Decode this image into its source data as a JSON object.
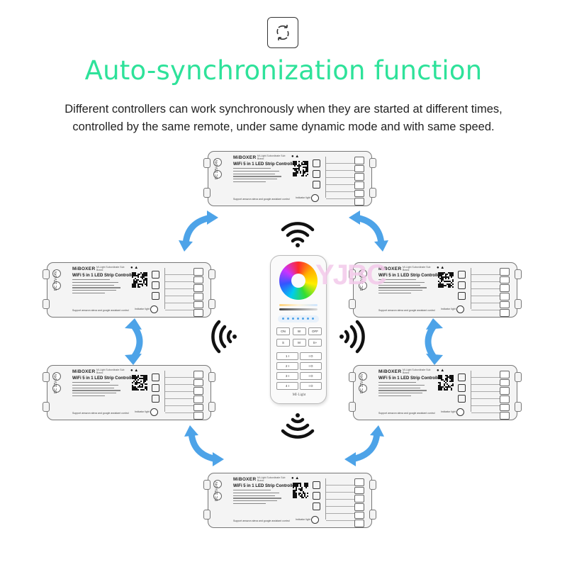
{
  "headline": "Auto-synchronization function",
  "description": {
    "line1": "Different controllers can work synchronously when they are started at different times,",
    "line2": "controlled by the same remote, under same dynamic mode and with same speed."
  },
  "controller": {
    "brand": "MiBOXER",
    "sub_brand": "Mi-Light Subordinate Sub Brand",
    "title": "WiFi 5 in 1 LED Strip Controller",
    "indicator_label": "Indicator light",
    "set_label": "SET",
    "footer": "Support amazon alexa and google assistant control",
    "side_label": "DC 12V-24V"
  },
  "remote": {
    "buttons_row1": [
      "ON",
      "W",
      "OFF"
    ],
    "buttons_row2": [
      "S",
      "M",
      "S+"
    ],
    "zones": [
      [
        "1 I",
        "I O"
      ],
      [
        "2 I",
        "I O"
      ],
      [
        "3 I",
        "I O"
      ],
      [
        "4 I",
        "I O"
      ]
    ],
    "brand": "MI·Light"
  },
  "watermark": "YJBC",
  "colors": {
    "accent": "#2ee29a",
    "arrow": "#4da3e8",
    "text": "#222222"
  }
}
